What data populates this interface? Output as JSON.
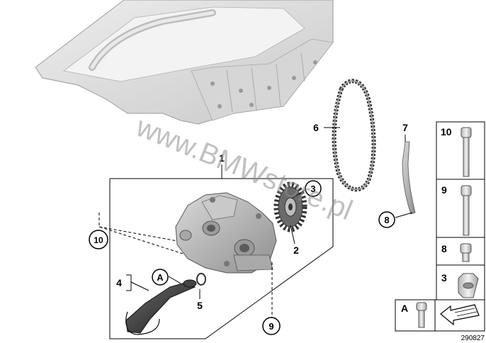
{
  "callouts": {
    "n1": "1",
    "n2": "2",
    "n3": "3",
    "n4": "4",
    "n5": "5",
    "n6": "6",
    "n7": "7",
    "n8": "8",
    "n9": "9",
    "n10": "10",
    "a": "A"
  },
  "legend": {
    "row_10": "10",
    "row_9": "9",
    "row_8": "8",
    "row_3": "3",
    "row_a": "A"
  },
  "watermark": "www.BMWstore.pl",
  "figure_number": "290827"
}
